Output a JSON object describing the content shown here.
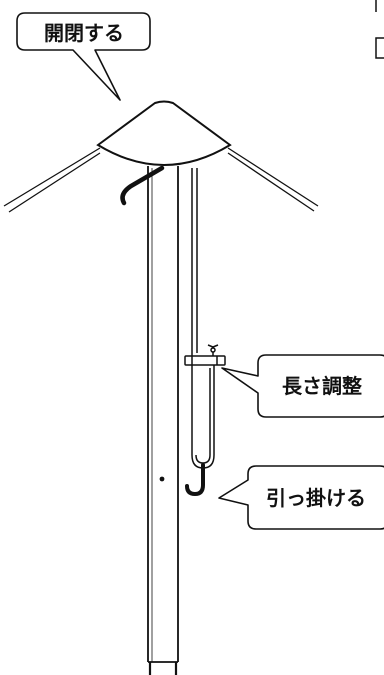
{
  "callouts": {
    "open_close": "開閉する",
    "length_adjust": "長さ調整",
    "hook_on": "引っ掛ける"
  },
  "colors": {
    "line": "#111111",
    "background": "#ffffff"
  }
}
